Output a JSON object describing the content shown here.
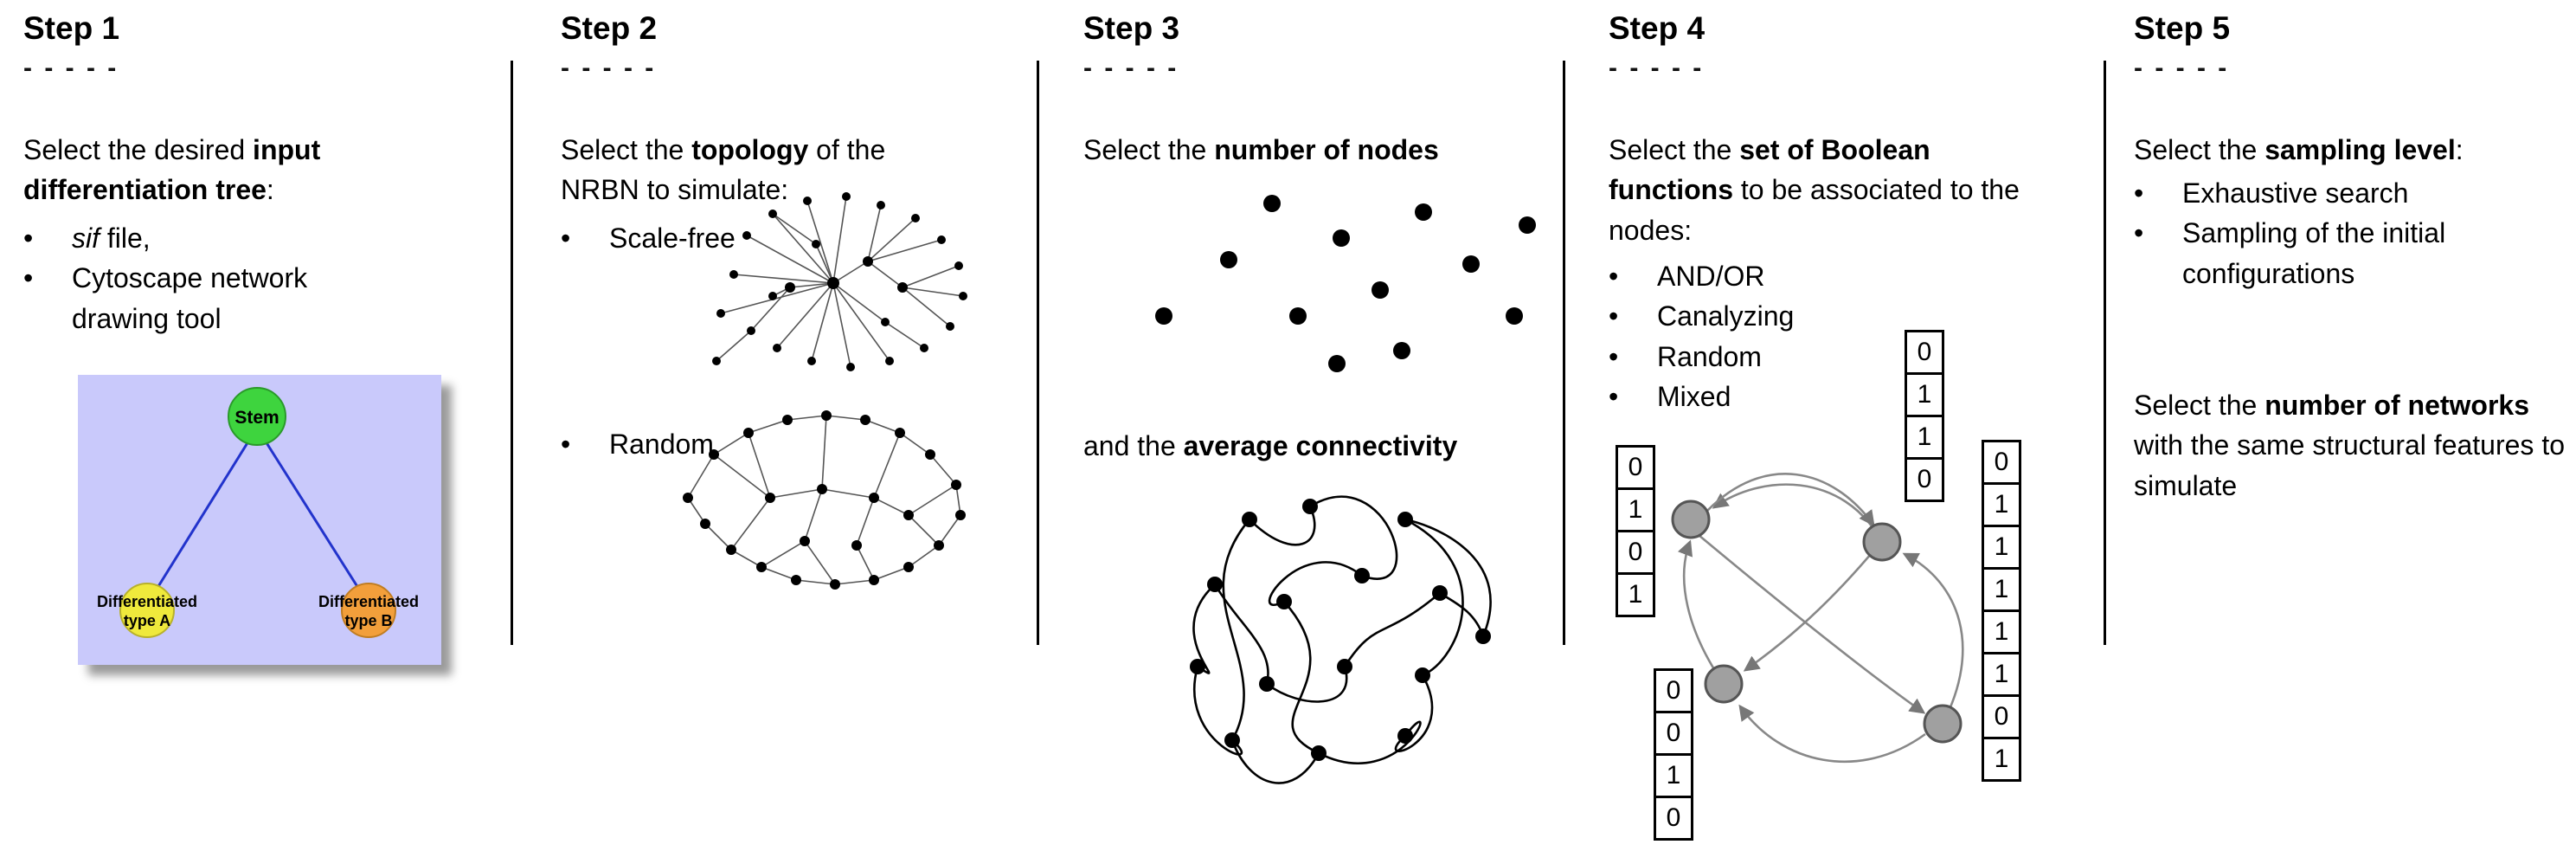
{
  "ui": {
    "bullet": "•",
    "dashes": "- - - - -"
  },
  "tree": {
    "colors": {
      "background": "#c9c9fb",
      "stem": "#3ed43e",
      "type_a": "#efe93c",
      "type_b": "#f29f3b",
      "edge": "#2233cc"
    },
    "labels": {
      "stem": "Stem",
      "a_line1": "Differentiated",
      "a_line2": "type A",
      "b_line1": "Differentiated",
      "b_line2": "type B"
    }
  },
  "steps": [
    {
      "title": "Step 1",
      "intro": [
        {
          "t": "Select the desired "
        },
        {
          "t": "input differentiation tree",
          "b": true
        },
        {
          "t": ":"
        }
      ],
      "bullets": [
        [
          {
            "t": "sif",
            "i": true
          },
          {
            "t": " file,"
          }
        ],
        [
          {
            "t": "Cytoscape network drawing tool"
          }
        ]
      ]
    },
    {
      "title": "Step 2",
      "intro": [
        {
          "t": "Select the "
        },
        {
          "t": "topology",
          "b": true
        },
        {
          "t": " of the NRBN to simulate:"
        }
      ],
      "bullets": [
        [
          {
            "t": "Scale-free"
          }
        ],
        [
          {
            "t": "Random"
          }
        ]
      ]
    },
    {
      "title": "Step 3",
      "intro": [
        {
          "t": "Select the "
        },
        {
          "t": "number of nodes",
          "b": true
        }
      ],
      "second": [
        {
          "t": "and the "
        },
        {
          "t": "average connectivity",
          "b": true
        }
      ]
    },
    {
      "title": "Step 4",
      "intro": [
        {
          "t": "Select the "
        },
        {
          "t": "set of Boolean functions",
          "b": true
        },
        {
          "t": " to be associated to the nodes:"
        }
      ],
      "bullets": [
        [
          {
            "t": "AND/OR"
          }
        ],
        [
          {
            "t": "Canalyzing"
          }
        ],
        [
          {
            "t": "Random"
          }
        ],
        [
          {
            "t": "Mixed"
          }
        ]
      ],
      "truth_tables": {
        "left": [
          "0",
          "1",
          "0",
          "1"
        ],
        "top": [
          "0",
          "1",
          "1",
          "0"
        ],
        "bottom_left": [
          "0",
          "0",
          "1",
          "0"
        ],
        "right": [
          "0",
          "1",
          "1",
          "1",
          "1",
          "1",
          "0",
          "1"
        ]
      }
    },
    {
      "title": "Step 5",
      "intro": [
        {
          "t": "Select the "
        },
        {
          "t": "sampling level",
          "b": true
        },
        {
          "t": ":"
        }
      ],
      "bullets": [
        [
          {
            "t": "Exhaustive search"
          }
        ],
        [
          {
            "t": "Sampling of the initial configurations"
          }
        ]
      ],
      "second": [
        {
          "t": "Select the "
        },
        {
          "t": "number of networks",
          "b": true
        },
        {
          "t": " with the same structural features to simulate"
        }
      ]
    }
  ]
}
